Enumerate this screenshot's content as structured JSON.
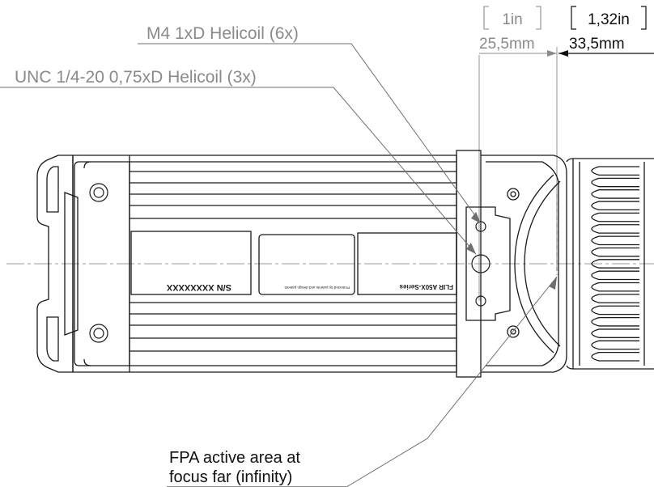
{
  "callouts": {
    "m4_helicoil": "M4 1xD Helicoil (6x)",
    "unc_helicoil": "UNC 1/4-20 0,75xD Helicoil (3x)",
    "fpa_line1": "FPA active area at",
    "fpa_line2": "focus far (infinity)"
  },
  "dimensions": {
    "fpa_distance_in": "1in",
    "fpa_distance_mm": "25,5mm",
    "lens_length_in": "1,32in",
    "lens_length_mm": "33,5mm"
  },
  "labels": {
    "serial": "S/N XXXXXXXX",
    "patents": "Protected by patents and design patents",
    "brand": "FLIR A50X-Series"
  },
  "colors": {
    "outline": "#1a1a1a",
    "leader": "#6e6e6e",
    "dimension_gray": "#8a8a8a"
  }
}
